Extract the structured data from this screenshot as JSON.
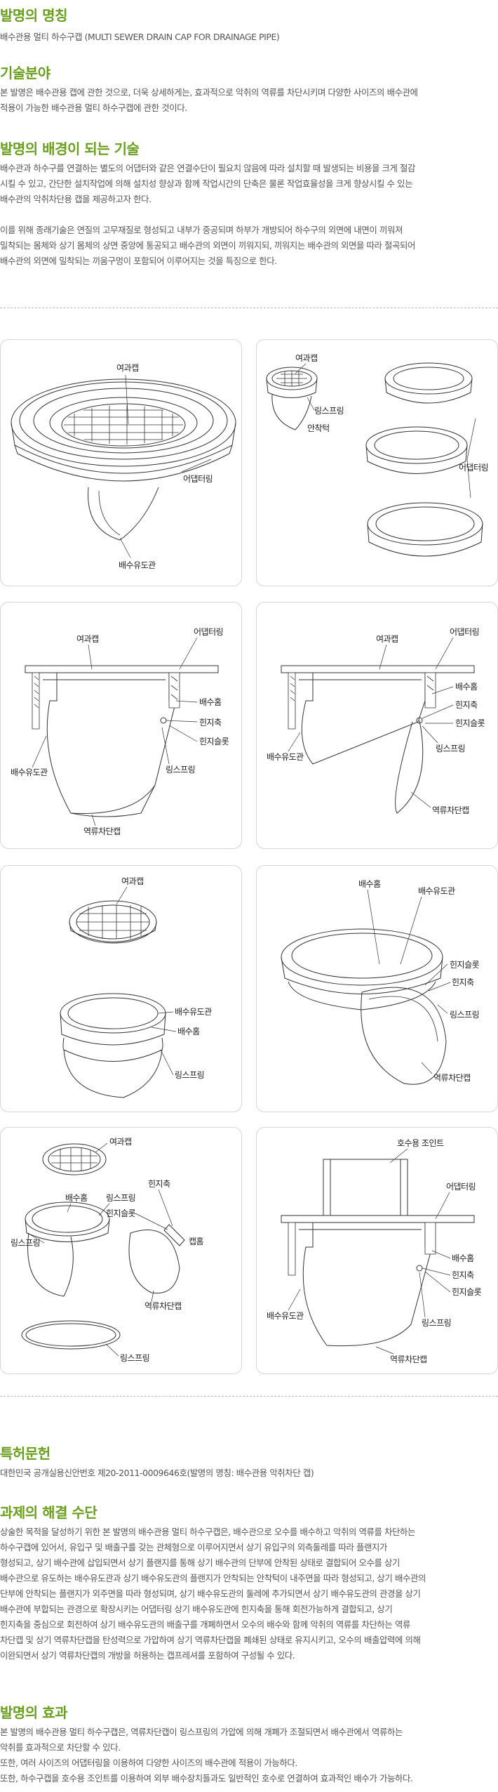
{
  "title_section": {
    "heading": "발명의 명칭",
    "text": "배수관용 멀티 하수구캡 (MULTI SEWER DRAIN CAP FOR DRAINAGE PIPE)"
  },
  "field_section": {
    "heading": "기술분야",
    "lines": [
      "본 발명은 배수관용 캡에 관한 것으로, 더욱 상세하게는, 효과적으로 악취의 역류를 차단시키며 다양한 사이즈의 배수관에",
      "적용이 가능한 배수관용 멀티 하수구캡에 관한 것이다."
    ]
  },
  "background_section": {
    "heading": "발명의 배경이 되는 기술",
    "para1": [
      "배수관과 하수구를 연결하는 별도의 어댑터와 같은 연결수단이 필요치 않음에 따라 설치할 때 발생되는 비용을 크게 절감",
      "시킬 수 있고, 간단한 설치작업에 의해 설치성 향상과 함께 작업시간의 단축은 물론 작업효율성을 크게 향상시킬 수 있는",
      "배수관의 악취차단용 캡을 제공하고자 한다."
    ],
    "para2": [
      "이를 위해 종래기술은 연질의 고무재질로 형성되고 내부가 중공되며 하부가 개방되어 하수구의 외면에 내면이 끼워져",
      "밀착되는 몸체와 상기 몸체의 상면 중앙에 통공되고 배수관의 외면이 끼워지되, 끼워지는 배수관의 외면을 따라 절곡되어",
      "배수관의 외면에 밀착되는 끼움구멍이 포함되어 이루어지는 것을 특징으로 한다."
    ]
  },
  "figures": {
    "fig1": {
      "filter_cap": "여과캡",
      "adapter_ring": "어댑터링",
      "drain_pipe": "배수유도관"
    },
    "fig2": {
      "filter_cap": "여과캡",
      "ring_spring": "링스프링",
      "seat": "안착턱",
      "adapter_ring": "어댑터링"
    },
    "fig3": {
      "filter_cap": "여과캡",
      "adapter_ring": "어댑터링",
      "drain_groove": "배수홈",
      "hinge_shaft": "힌지축",
      "hinge_slot": "힌지슬롯",
      "ring_spring": "링스프링",
      "drain_pipe": "배수유도관",
      "backflow_cap": "역류차단캡"
    },
    "fig4": {
      "filter_cap": "여과캡",
      "adapter_ring": "어댑터링",
      "drain_groove": "배수홈",
      "hinge_shaft": "힌지축",
      "hinge_slot": "힌지슬롯",
      "ring_spring": "링스프링",
      "drain_pipe": "배수유도관",
      "backflow_cap": "역류차단캡"
    },
    "fig5": {
      "filter_cap": "여과캡",
      "drain_pipe": "배수유도관",
      "drain_groove": "배수홈",
      "ring_spring": "링스프링"
    },
    "fig6": {
      "drain_groove": "배수홈",
      "drain_pipe": "배수유도관",
      "hinge_slot": "힌지슬롯",
      "hinge_shaft": "힌지축",
      "ring_spring": "링스프링",
      "backflow_cap": "역류차단캡"
    },
    "fig7": {
      "filter_cap": "여과캡",
      "drain_groove": "배수홈",
      "ring_spring1": "링스프링",
      "hinge_shaft": "힌지축",
      "hinge_slot": "힌지슬롯",
      "cap": "캡홈",
      "ring_spring2": "링스프링",
      "backflow_cap": "역류차단캡",
      "ring_spring3": "링스프링"
    },
    "fig8": {
      "hose_joint": "호수용 조인트",
      "adapter_ring": "어댑터링",
      "drain_groove": "배수홈",
      "hinge_shaft": "힌지축",
      "hinge_slot": "힌지슬롯",
      "drain_pipe": "배수유도관",
      "ring_spring": "링스프링",
      "backflow_cap": "역류차단캡"
    }
  },
  "patent_section": {
    "heading": "특허문헌",
    "text": "대한민국 공개실용신안번호 제20-2011-0009646호(발명의 명칭: 배수관용 악취차단 캡)"
  },
  "solution_section": {
    "heading": "과제의 해결 수단",
    "lines": [
      "상술한 목적을 달성하기 위한 본 발명의 배수관용 멀티 하수구캡은, 배수관으로 오수를 배수하고 악취의 역류를 차단하는",
      "하수구캡에 있어서, 유입구 및 배출구를 갖는 관체형으로 이루어지면서 상기 유입구의 외측둘레를 따라 플랜지가",
      "형성되고, 상기 배수관에 삽입되면서 상기 플랜지를 통해 상기 배수관의 단부에 안착된 상태로 결합되어 오수를 상기",
      "배수관으로 유도하는 배수유도관과 상기 배수유도관의 플랜지가 안착되는 안착턱이 내주면을 따라 형성되고, 상기 배수관의",
      "단부에 안착되는 플랜지가 외주면을 따라 형성되며, 상기 배수유도관의 둘레에 추가되면서 상기 배수유도관의 관경을 상기",
      "배수관에 부합되는 관경으로 확장시키는 어댑터링 상기 배수유도관에 힌지축을 통해 회전가능하게 결합되고, 상기",
      "힌지축을 중심으로 회전하여 상기 배수유도관의 배출구를 개폐하면서 오수의 배수와 함께 악취의 역류를 차단하는 역류",
      "차단캡 및 상기 역류차단캡을 탄성력으로 가압하여 상기 역류차단캡을 폐쇄된 상태로 유지시키고, 오수의 배출압력에 의해",
      "이완되면서 상기 역류차단캡의 개방을 허용하는 캡프레셔를 포함하여 구성될 수 있다."
    ]
  },
  "effect_section": {
    "heading": "발명의 효과",
    "lines": [
      "본 발명의 배수관용 멀티 하수구캡은, 역류차단캡이 링스프링의 가압에 의해 개폐가 조절되면서 배수관에서 역류하는",
      "악취를 효과적으로 차단할 수 있다.",
      "또한, 여러 사이즈의 어댑터링을 이용하여 다양한 사이즈의 배수관에 적용이 가능하다.",
      "또한, 하수구캡을 호수용 조인트를 이용하여 외부 배수장치들과도 일반적인 호수로 연결하여 효과적인 배수가 가능하다."
    ]
  },
  "colors": {
    "heading": "#6a9f1e",
    "text": "#555555",
    "border": "#d6d6d6"
  }
}
